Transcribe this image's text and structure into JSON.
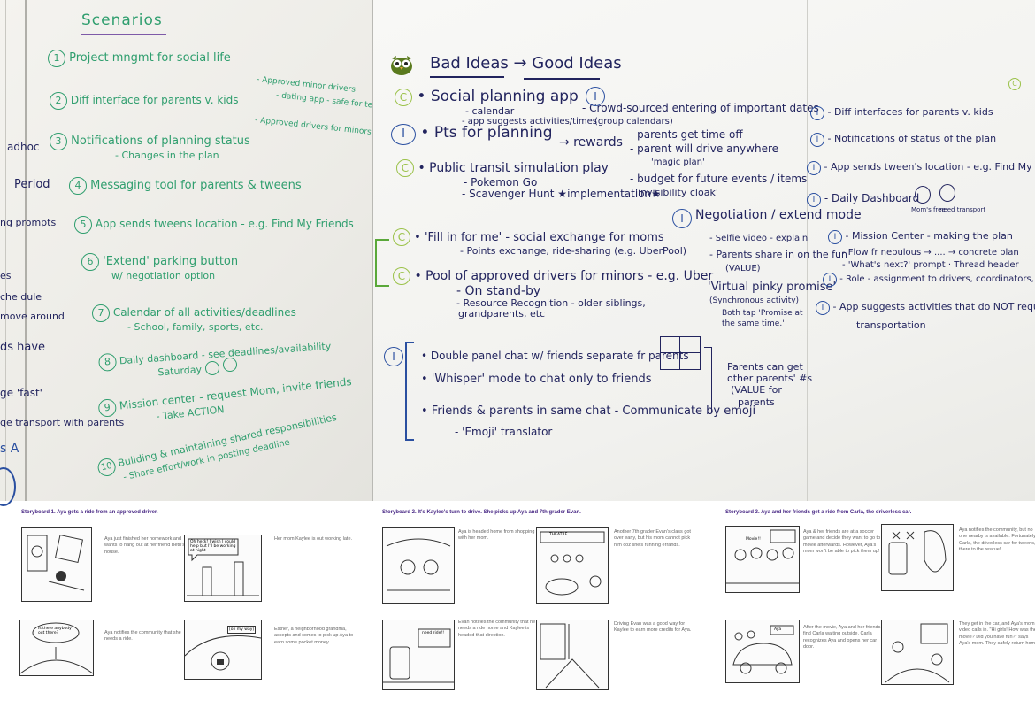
{
  "colors": {
    "scenario_ink": "#2f9e6e",
    "idea_ink": "#22245e",
    "storyboard_title": "#4a2a86",
    "owl": "#5a7a1e"
  },
  "left_board": {
    "heading": "Scenarios",
    "scenarios": [
      {
        "num": "1",
        "text": "Project mngmt for social life"
      },
      {
        "num": "2",
        "text": "Diff interface for parents v. kids"
      },
      {
        "num": "3",
        "text": "Notifications of planning status",
        "sub": "- Changes in the plan"
      },
      {
        "num": "4",
        "text": "Messaging tool for parents & tweens"
      },
      {
        "num": "5",
        "text": "App sends tweens location - e.g. Find My Friends"
      },
      {
        "num": "6",
        "text": "'Extend' parking button",
        "sub": "w/ negotiation option"
      },
      {
        "num": "7",
        "text": "Calendar of all activities/deadlines",
        "sub": "- School, family, sports, etc."
      },
      {
        "num": "8",
        "text": "Daily dashboard - see deadlines/availability",
        "sub": "Saturday"
      },
      {
        "num": "9",
        "text": "Mission center - request Mom, invite friends",
        "sub": "- Take ACTION"
      },
      {
        "num": "10",
        "text": "Building & maintaining shared responsibilities",
        "sub": "- Share effort/work in posting deadline"
      }
    ],
    "side_notes": [
      "- Approved minor drivers",
      "- dating app - safe for teens",
      "- Approved drivers for minors"
    ],
    "edge_words": [
      "adhoc",
      "Period",
      "ng prompts",
      "es",
      "che dule",
      "move around",
      "ds have",
      "ge 'fast'",
      "ge transport with parents",
      "s A"
    ]
  },
  "right_board": {
    "title": "Bad Ideas → Good Ideas",
    "ideas": [
      {
        "mark": "C",
        "text": "• Social planning app",
        "subs": [
          "- calendar",
          "- app suggests activities/times"
        ]
      },
      {
        "mark": "I",
        "text": "• Pts for planning",
        "subs": []
      },
      {
        "mark": "C",
        "text": "• Public transit simulation play",
        "subs": [
          "- Pokemon Go",
          "- Scavenger Hunt ★implementation★"
        ]
      },
      {
        "mark": "C",
        "text": "• 'Fill in for me' - social exchange for moms",
        "subs": [
          "- Points exchange, ride-sharing (e.g. UberPool)"
        ]
      },
      {
        "mark": "C",
        "text": "• Pool of approved drivers for minors - e.g. Uber",
        "subs": [
          "- On stand-by",
          "- Resource Recognition - older siblings,",
          "grandparents, etc"
        ]
      }
    ],
    "mid_notes": [
      "- Crowd-sourced entering of important dates",
      "(group calendars)",
      "- parents get time off",
      "- parent will drive anywhere",
      "'magic plan'",
      "- budget for future events / items",
      "'invisibility cloak'",
      "→ rewards"
    ],
    "negotiation": {
      "title": "Negotiation / extend mode",
      "subs": [
        "- Selfie video - explain",
        "- Parents share in on the fun",
        "(VALUE)",
        "'Virtual pinky promise'",
        "(Synchronous activity)",
        "Both tap 'Promise at",
        "the same time.'"
      ]
    },
    "chat_ideas": [
      "• Double panel chat w/ friends separate fr parents",
      "• 'Whisper' mode to chat only to friends",
      "• Friends & parents in same chat - Communicate by emoji",
      "- 'Emoji' translator"
    ],
    "chat_note": [
      "Parents can get",
      "other parents' #s",
      "(VALUE for",
      "parents"
    ],
    "right_list": [
      {
        "mark": "I",
        "text": "- Diff interfaces for parents v. kids"
      },
      {
        "mark": "I",
        "text": "- Notifications of status of the plan"
      },
      {
        "mark": "I",
        "text": "- App sends tween's location - e.g. Find My Friends"
      },
      {
        "mark": "I",
        "text": "- Daily Dashboard"
      },
      {
        "mark": "I",
        "text": "- Mission Center - making the plan"
      },
      {
        "mark": "I",
        "text": "- Role - assignment to drivers, coordinators, etc."
      },
      {
        "mark": "I",
        "text": "- App suggests activities that do NOT require"
      }
    ],
    "right_subs": [
      "Mom's free",
      "need transport",
      "- Flow fr nebulous → .... → concrete plan",
      "- 'What's next?' prompt · Thread header",
      "transportation"
    ]
  },
  "storyboards": [
    {
      "title": "Storyboard 1. Aya gets a ride from an approved driver.",
      "panels": [
        {
          "caption": "Aya just finished her homework and wants to hang out at her friend Beth's house."
        },
        {
          "caption": "Her mom Kaylee is out working late.",
          "sketch_text": "Oh heck! I wish I could help but I'll be working at night"
        },
        {
          "caption": "Aya notifies the community that she needs a ride.",
          "sketch_text": "Is there anybody out there?"
        },
        {
          "caption": "Esther, a neighborhood grandma, accepts and comes to pick up Aya to earn some pocket money.",
          "sketch_text": "[on my way]"
        }
      ]
    },
    {
      "title": "Storyboard 2. It's Kaylee's turn to drive. She picks up Aya and 7th grader Evan.",
      "panels": [
        {
          "caption": "Aya is headed home from shopping with her mom."
        },
        {
          "caption": "Another 7th grader Evan's class got over early, but his mom cannot pick him coz she's running errands.",
          "sketch_text": "THEATRE"
        },
        {
          "caption": "Evan notifies the community that he needs a ride home and Kaylee is headed that direction.",
          "sketch_text": "need ride!!"
        },
        {
          "caption": "Driving Evan was a good way for Kaylee to earn more credits for Aya."
        }
      ]
    },
    {
      "title": "Storyboard 3. Aya and her friends get a ride from Carla, the driverless car.",
      "panels": [
        {
          "caption": "Aya & her friends are at a soccer game and decide they want to go to a movie afterwards. However, Aya's mom won't be able to pick them up!",
          "sketch_text": "Movie!!"
        },
        {
          "caption": "Aya notifies the community, but no one nearby is available. Fortunately, Carla, the driverless car for tweens, is there to the rescue!"
        },
        {
          "caption": "After the movie, Aya and her friends find Carla waiting outside. Carla recognizes Aya and opens her car door.",
          "sketch_text": "Aya"
        },
        {
          "caption": "They get in the car, and Aya's mom video calls in. \"Hi girls! How was the movie? Did you have fun?\" says Aya's mom. They safely return home."
        }
      ]
    }
  ]
}
